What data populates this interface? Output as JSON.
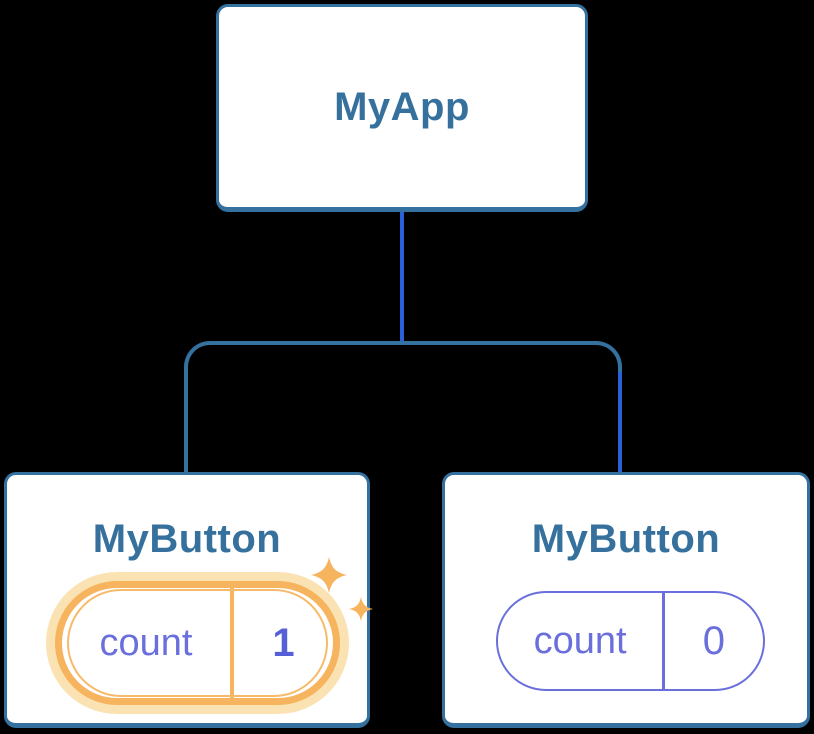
{
  "tree": {
    "root": {
      "title": "MyApp"
    },
    "children": [
      {
        "title": "MyButton",
        "highlighted": true,
        "state": {
          "label": "count",
          "value": "1"
        }
      },
      {
        "title": "MyButton",
        "highlighted": false,
        "state": {
          "label": "count",
          "value": "0"
        }
      }
    ]
  },
  "icons": {
    "sparkles": "sparkles-icon"
  },
  "colors": {
    "node_border_blue": "#35719F",
    "node_title_blue": "#36719E",
    "connector_steel_blue": "#35719F",
    "connector_royal_blue": "#2A61D8",
    "state_purple": "#6A6FDC",
    "state_value_bold_purple": "#5560D8",
    "highlight_orange": "#F6B45E",
    "highlight_halo": "#FBE2B3",
    "node_background": "#FFFFFF",
    "canvas_background": "#000000"
  }
}
